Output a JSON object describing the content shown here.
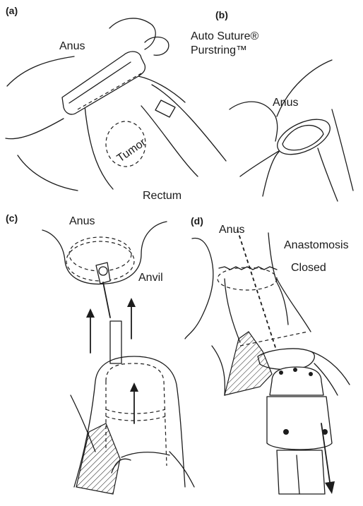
{
  "panels": {
    "a": {
      "letter": "(a)",
      "anus": "Anus",
      "tumor": "Tumor",
      "rectum": "Rectum"
    },
    "b": {
      "letter": "(b)",
      "device_line1": "Auto Suture®",
      "device_line2": "Purstring™",
      "anus": "Anus"
    },
    "c": {
      "letter": "(c)",
      "anus": "Anus",
      "anvil": "Anvil"
    },
    "d": {
      "letter": "(d)",
      "anus": "Anus",
      "anastomosis": "Anastomosis",
      "closed": "Closed"
    }
  },
  "colors": {
    "ink": "#1c1c1c",
    "paper": "#ffffff"
  }
}
